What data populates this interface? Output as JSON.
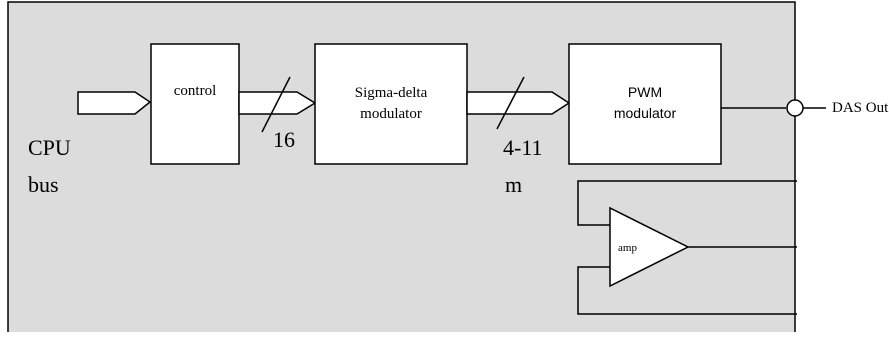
{
  "blocks": {
    "control": "control",
    "sigma_delta_line1": "Sigma-delta",
    "sigma_delta_line2": "modulator",
    "pwm_line1": "PWM",
    "pwm_line2": "modulator",
    "amp": "amp"
  },
  "labels": {
    "cpu_line1": "CPU",
    "cpu_line2": "bus",
    "bus_width_16": "16",
    "bus_width_range_line1": "4-11",
    "bus_width_range_line2": "m",
    "das_out": "DAS Out"
  },
  "colors": {
    "panel_fill": "#dcdcdc",
    "block_fill": "#ffffff",
    "stroke": "#000000"
  }
}
